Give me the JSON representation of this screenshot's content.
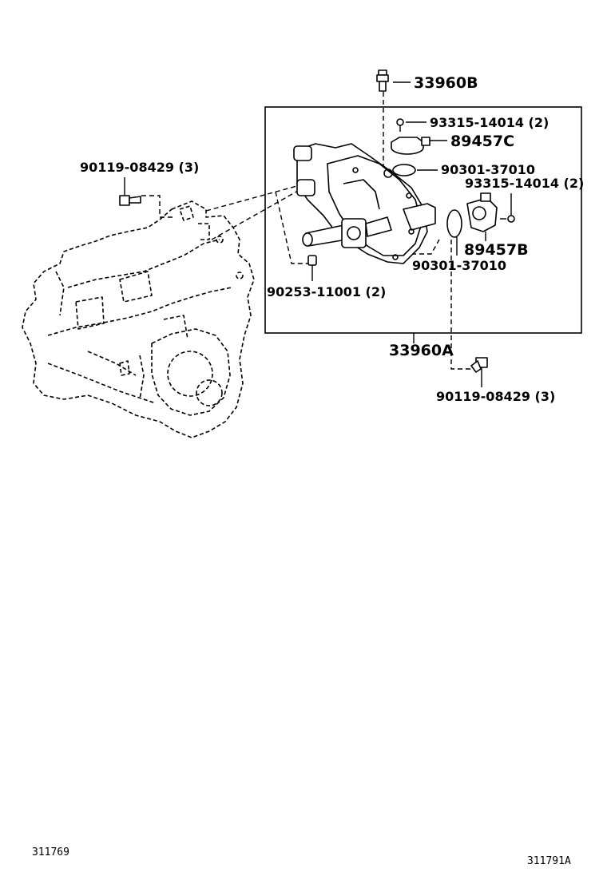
{
  "parts": {
    "p33960b": "33960B",
    "p93315_top": "93315-14014 (2)",
    "p89457c": "89457C",
    "p90301_top": "90301-37010",
    "p93315_right": "93315-14014 (2)",
    "p89457b": "89457B",
    "p90301_mid": "90301-37010",
    "p90253": "90253-11001 (2)",
    "p33960a": "33960A",
    "p90119_left": "90119-08429 (3)",
    "p90119_right": "90119-08429 (3)"
  },
  "footer": {
    "left_code": "311769",
    "right_code": "311791A"
  }
}
